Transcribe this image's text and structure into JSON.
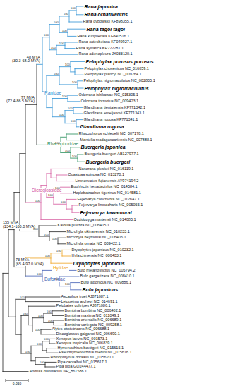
{
  "diagram": {
    "labels": [
      "Rana japonica",
      "Rana ornativentris",
      "Rana dybowskii KF898355.1",
      "Rana tagoi tagoi",
      "Rana kunyuensis KF840516.1",
      "Rana catesbeiana KF049927.1",
      "Rana sylvatica KP222281.1",
      "Rana adenopleura JX033120.1",
      "Pelophylax porosus porosus",
      "Pelophylax chosenicus NC_016059.1",
      "Pelophylax plancyi NC_009264.1",
      "Pelophylax nigromaculatus NC_002805.1",
      "Pelophylax nigromaculatus",
      "Odorrana ishikawae NC_015305.1",
      "Odorrana tormotus NC_009423.1",
      "Glandirana tientaiensis KF771342.1",
      "Glandirana emeljanovi KF771343.1",
      "Glandirana rugosa KF771341.1",
      "Glandirana rugosa",
      "Rhacophorus schlegelii NC_007178.1",
      "Mantella madagascariensis NC_007888.1",
      "Buergeria japonica",
      "Buergeria buergeri AB127977.1",
      "Buergeria buergeri",
      "Nanorana pleskei NC_016119.1",
      "Quasipaa spinosa NC_013270.1",
      "Limnonectes fujianensis AY974194.2",
      "Euphlyctis hexadactylus NC_014584.1",
      "Hoplobatrachus tigerinus NC_014581.1",
      "Fejervarya cancrivora NC_012647.1",
      "Fejervarya limnocharis NC_005055.1",
      "Fejervarya kawamurai",
      "Occidozyga martensii NC_014685.1",
      "Kaloula pulchra NC_006405.1",
      "Microhyla okinavensis NC_010233.1",
      "Microhyla heymonsi NC_006406.1",
      "Microhyla ornata NC_009422.1",
      "Dryophytes japonicus NC_010232.1",
      "Hyla chinensis NC_006403.1",
      "Dryophytes japonicus",
      "Bufo melanostictus NC_005794.2",
      "Bufo gargarizans NC_008410.1",
      "Bufo japonicus NC_009886.1",
      "Bufo japonicus",
      "Ascaphus truei AJ871087.1",
      "Leiopelma archeyi NC_014691.1",
      "Pelobates cultripes AJ871086.1",
      "Bombina bombina NC_006402.1",
      "Bombina maxima NC_011049.1",
      "Bombina orientalis NC_006689.1",
      "Bombina variegata NC_009258.1",
      "Alytes obstetricans NC_006688.1",
      "Discoglossus galganoi NC_006690.1",
      "Xenopus laevis NC_001573.1",
      "Xenopus tropicalis NC_006839.1",
      "Hymenochirus boettgeri NC_015615.1",
      "Pseudhymenochirus merlini NC_015616.1",
      "Rhinophrynus dorsalis NC_015620.1",
      "Pipa carvalhoi NC_015617.1",
      "Pipa pipa GQ244477.1",
      "Andrias davidianus NP_861586.1",
      "Ranidae",
      "Rhacophoridae",
      "Dicroglossidae",
      "Hylidae",
      "Bufonidae",
      "48 MYA",
      "(30.3-68.0 MYA)",
      "77 MYA",
      "(72.4-86.5 MYA)",
      "155 MYA",
      "(134.1-160.0 MYA)",
      "73 MYA",
      "(65.4-97.0 MYA)",
      "100",
      "100",
      "100",
      "100",
      "100",
      "100",
      "100",
      "100",
      "100",
      "100",
      "100",
      "100",
      "100",
      "100",
      "100",
      "100",
      "100",
      "100",
      "100",
      "100",
      "100",
      "100",
      "100",
      "100",
      "100",
      "100",
      "100",
      "100",
      "100",
      "100",
      "100",
      "100",
      "100",
      "100",
      "100",
      "100",
      "100",
      "100",
      "100",
      "0.050"
    ]
  }
}
